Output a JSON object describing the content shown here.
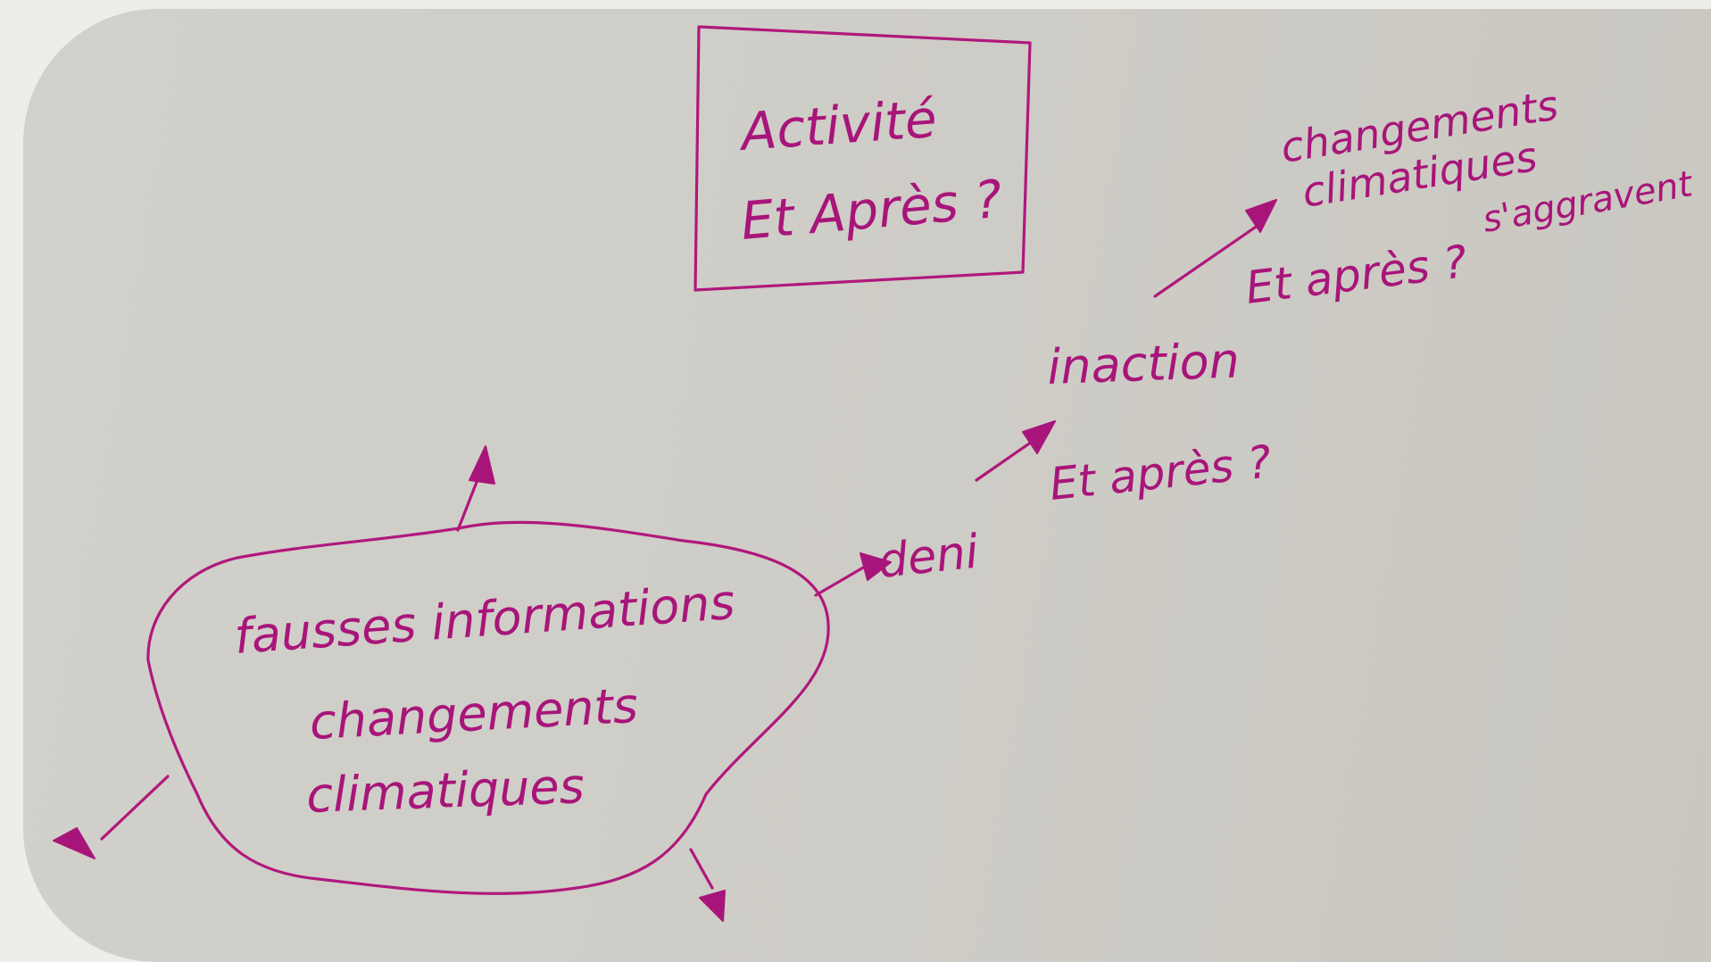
{
  "title_box": {
    "line1": "Activité",
    "line2": "Et Après ?"
  },
  "cloud": {
    "line1": "fausses informations",
    "line2": "changements",
    "line3": "climatiques"
  },
  "steps": {
    "deni": "deni",
    "et_apres_1": "Et après ?",
    "inaction": "inaction",
    "et_apres_2": "Et après ?",
    "outcome_line1": "changements",
    "outcome_line2": "climatiques",
    "outcome_line3": "s'aggravent"
  },
  "colors": {
    "ink": "#a8157a",
    "board": "#d0cec8",
    "frame": "#efede7"
  }
}
